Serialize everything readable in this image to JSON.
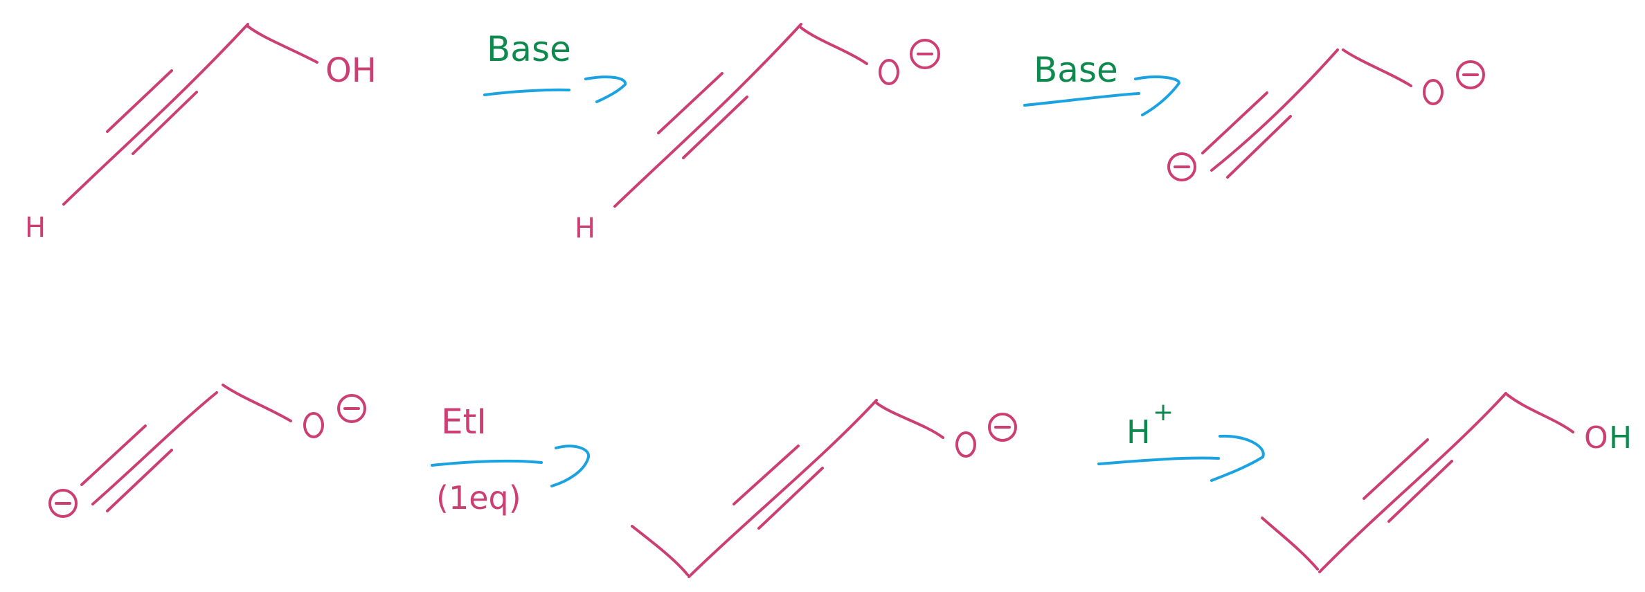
{
  "colors": {
    "ink": "#cc3f72",
    "reagent": "#0f8a4e",
    "arrow": "#1aa3e0",
    "background": "#ffffff"
  },
  "row1": {
    "mol1": {
      "oh": "OH",
      "h": "H"
    },
    "arrow1": {
      "reagent": "Base"
    },
    "mol2": {
      "o": "O",
      "h": "H"
    },
    "arrow2": {
      "reagent": "Base"
    },
    "mol3": {
      "o": "O"
    }
  },
  "row2": {
    "mol4": {
      "o": "O"
    },
    "arrow3": {
      "reagent": "EtI",
      "condition": "(1eq)"
    },
    "mol5": {
      "o": "O"
    },
    "arrow4": {
      "reagent": "H",
      "reagent_sup": "+"
    },
    "mol6": {
      "o": "O",
      "h": "H"
    }
  }
}
